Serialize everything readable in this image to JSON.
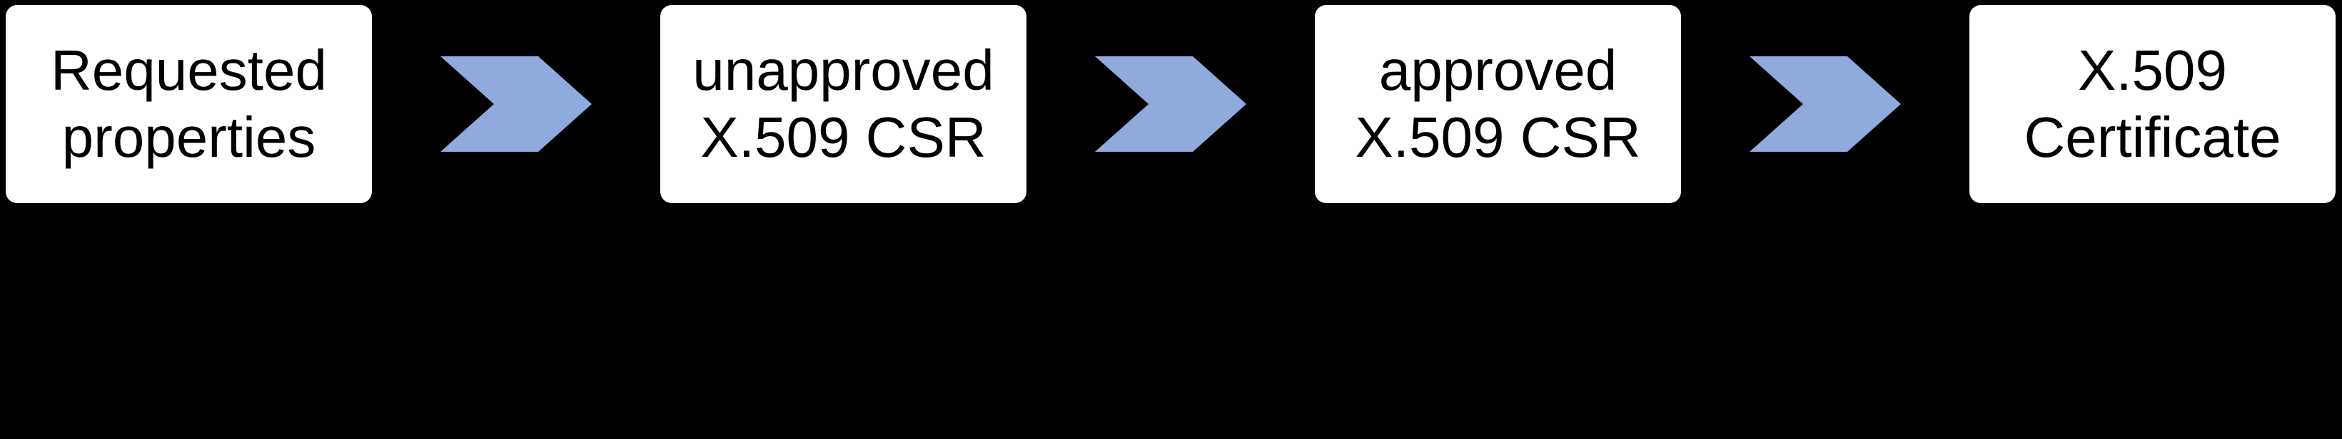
{
  "diagram": {
    "type": "process-flow",
    "stages": [
      {
        "id": "requested-properties",
        "lines": [
          "Requested",
          "properties"
        ]
      },
      {
        "id": "unapproved-x509-csr",
        "lines": [
          "unapproved",
          "X.509 CSR"
        ]
      },
      {
        "id": "approved-x509-csr",
        "lines": [
          "approved",
          "X.509 CSR"
        ]
      },
      {
        "id": "x509-certificate",
        "lines": [
          "X.509",
          "Certificate"
        ]
      }
    ],
    "connector": "chevron-right-arrow",
    "connector_count": 3
  },
  "colors": {
    "background": "#000000",
    "stage_fill": "#FFFFFF",
    "stage_text": "#000000",
    "arrow_fill": "#8FAADC"
  }
}
